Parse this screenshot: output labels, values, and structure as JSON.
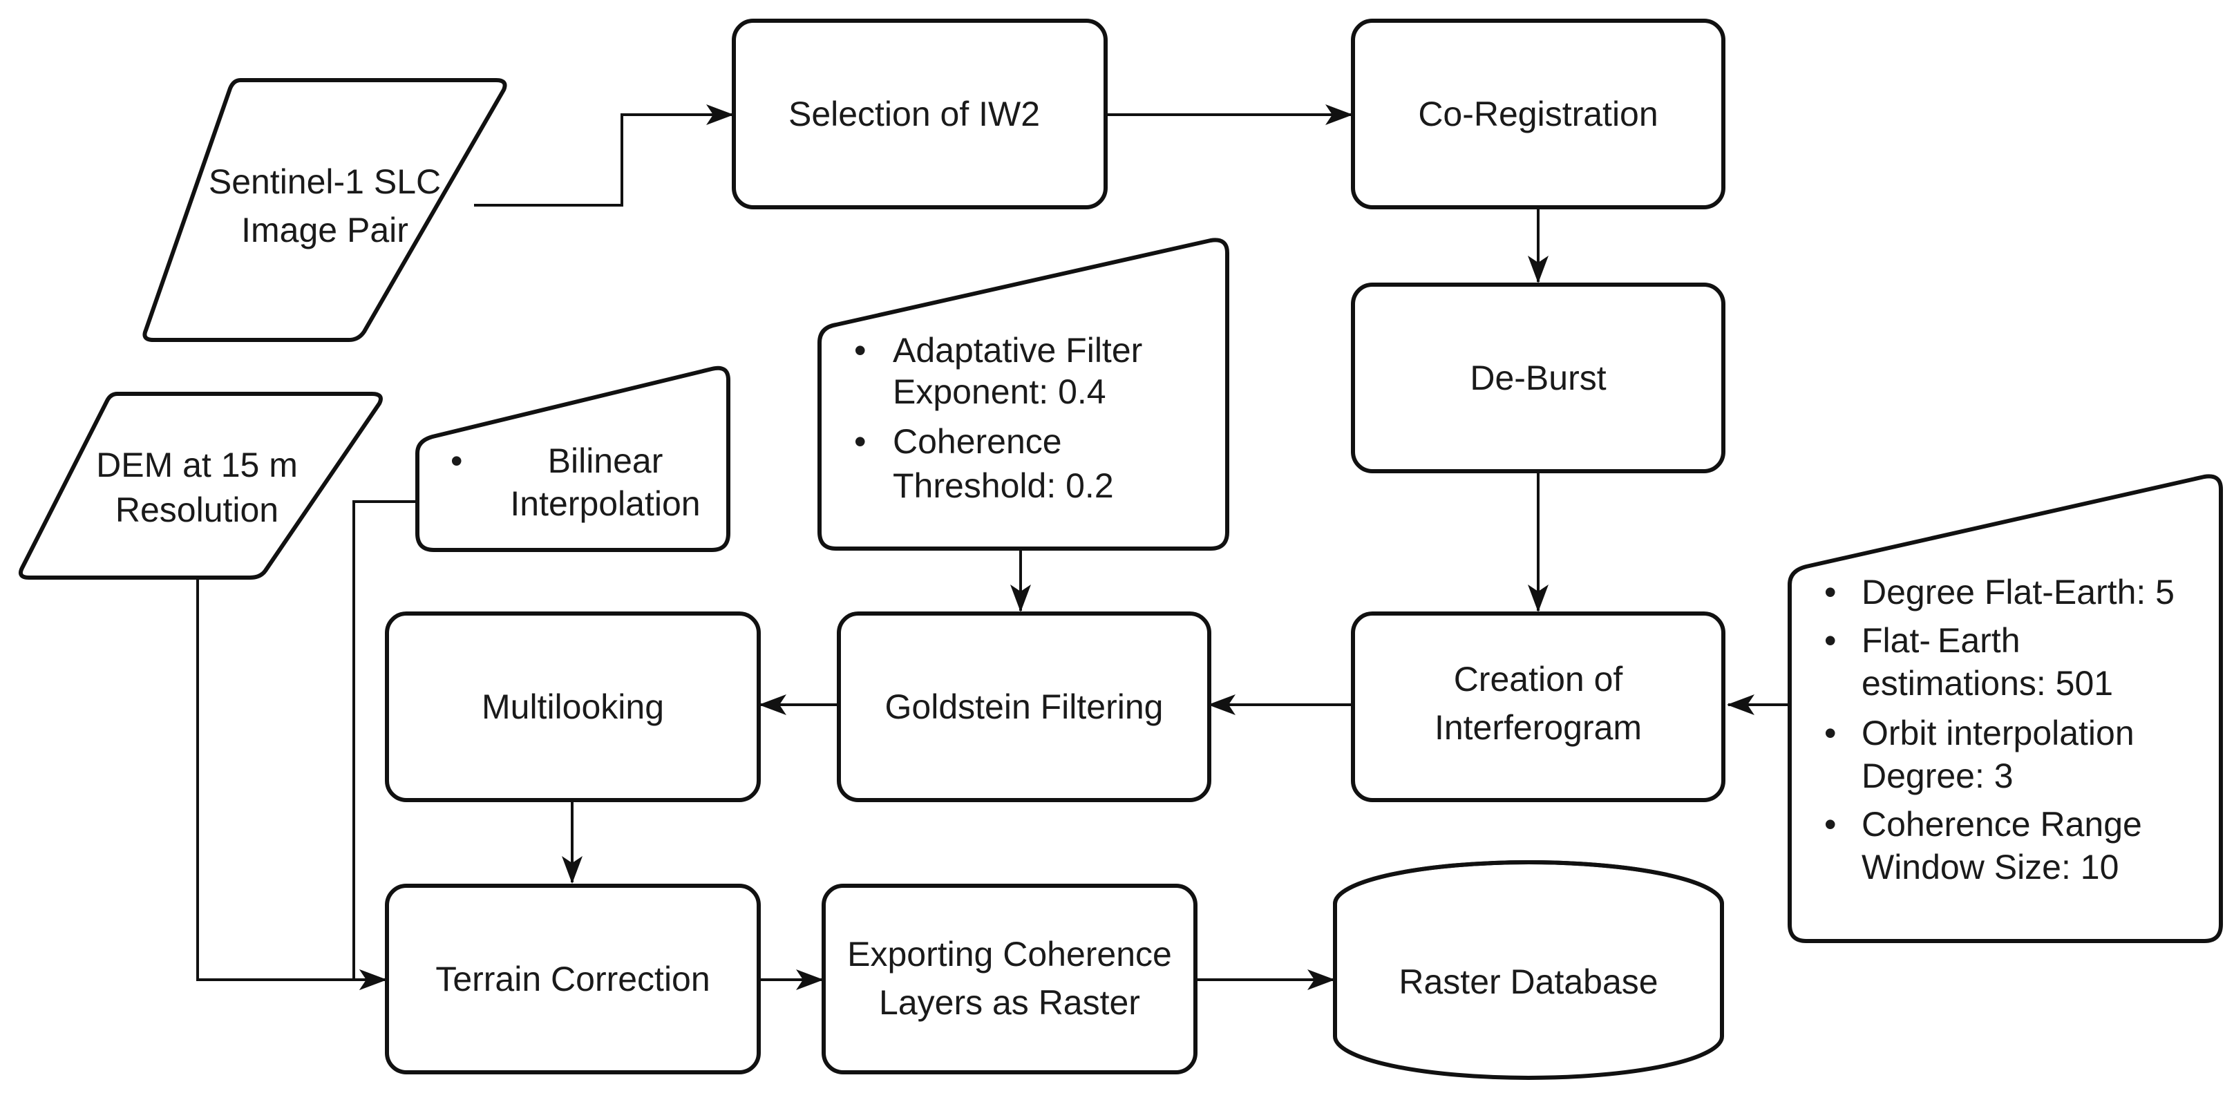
{
  "nodes": {
    "sentinel_input": [
      "Sentinel-1 SLC",
      "Image Pair"
    ],
    "selection": [
      "Selection of IW2"
    ],
    "coregistration": [
      "Co-Registration"
    ],
    "deburst": [
      "De-Burst"
    ],
    "interferogram": [
      "Creation of",
      "Interferogram"
    ],
    "goldstein": [
      "Goldstein Filtering"
    ],
    "multilooking": [
      "Multilooking"
    ],
    "dem_input": [
      "DEM at 15 m",
      "Resolution"
    ],
    "terrain": [
      "Terrain Correction"
    ],
    "exporting": [
      "Exporting Coherence",
      "Layers as Raster"
    ],
    "raster_db": [
      "Raster Database"
    ]
  },
  "notes": {
    "goldstein_params": [
      "Adaptative Filter",
      "Exponent: 0.4",
      "Coherence",
      "Threshold: 0.2"
    ],
    "terrain_params": [
      "Bilinear",
      "Interpolation"
    ],
    "interferogram_params": [
      "Degree Flat-Earth: 5",
      "Flat-",
      "Earth",
      "estimations: 501",
      "Orbit interpolation",
      "Degree: 3",
      "Coherence Range",
      "Window Size: 10"
    ]
  },
  "bullet_glyph": "•",
  "colors": {
    "stroke": "#111111",
    "fill": "#ffffff",
    "text": "#1a1a1a"
  }
}
